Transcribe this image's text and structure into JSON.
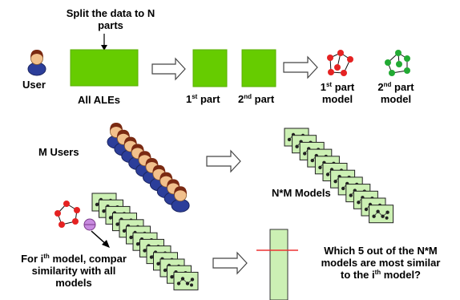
{
  "labels": {
    "split_line1": "Split the data to N",
    "split_line2": "parts",
    "user": "User",
    "all_ales": "All ALEs",
    "part1_sup": "st",
    "part1_rest": " part",
    "part2_sup": "nd",
    "part2_rest": " part",
    "model1_sup": "st",
    "model1_rest": " part",
    "model1_line2": "model",
    "model2_sup": "nd",
    "model2_rest": " part",
    "model2_line2": "model",
    "m_users": "M Users",
    "nm_models": "N*M Models",
    "compare_pre": "For i",
    "compare_sup": "th",
    "compare_rest": " model, compar",
    "compare_line2": "similarity with all",
    "compare_line3": "models",
    "question_line1": "Which 5 out of the N*M",
    "question_line2": "models are most similar",
    "question_pre": "to the i",
    "question_sup": "th",
    "question_rest": " model?"
  },
  "colors": {
    "data_block": "#66cc00",
    "node_red": "#e52222",
    "node_green": "#22aa33",
    "thumb_bg": "#ccf0b4",
    "highlight_line": "#ee3333",
    "arrow_stroke": "#444444"
  },
  "icons": [
    "user-icon",
    "graph-model-icon",
    "block-arrow-icon",
    "model-thumbnail-icon",
    "selector-circle-icon"
  ]
}
